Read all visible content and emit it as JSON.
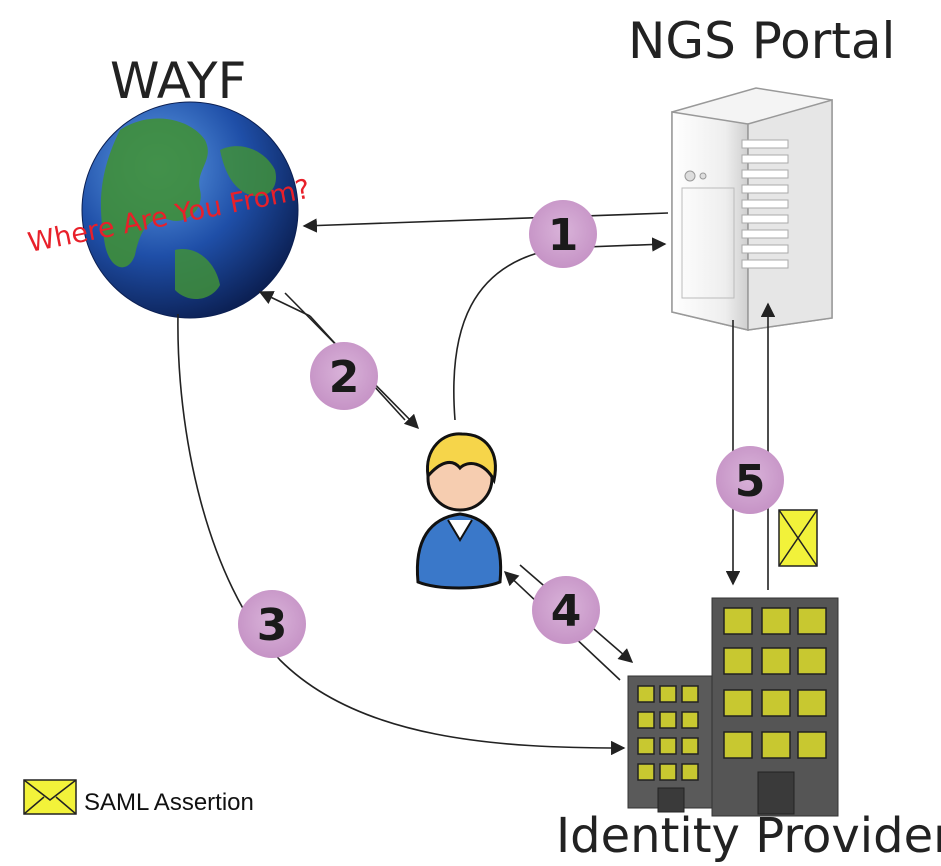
{
  "titles": {
    "wayf": "WAYF",
    "portal": "NGS Portal",
    "idp": "Identity Provider"
  },
  "globe_caption": "Where Are You From?",
  "steps": [
    "1",
    "2",
    "3",
    "4",
    "5"
  ],
  "legend": {
    "label": "SAML Assertion",
    "icon": "envelope-icon"
  },
  "colors": {
    "step_circle": "#cc99cc",
    "caption_red": "#e8202a",
    "envelope": "#f2f23a",
    "window": "#c8c830",
    "building": "#555555",
    "globe_ocean": "#1f4fa8",
    "globe_land": "#3f8f3a",
    "user_hair": "#f6d54a",
    "user_body": "#3a78c9"
  }
}
